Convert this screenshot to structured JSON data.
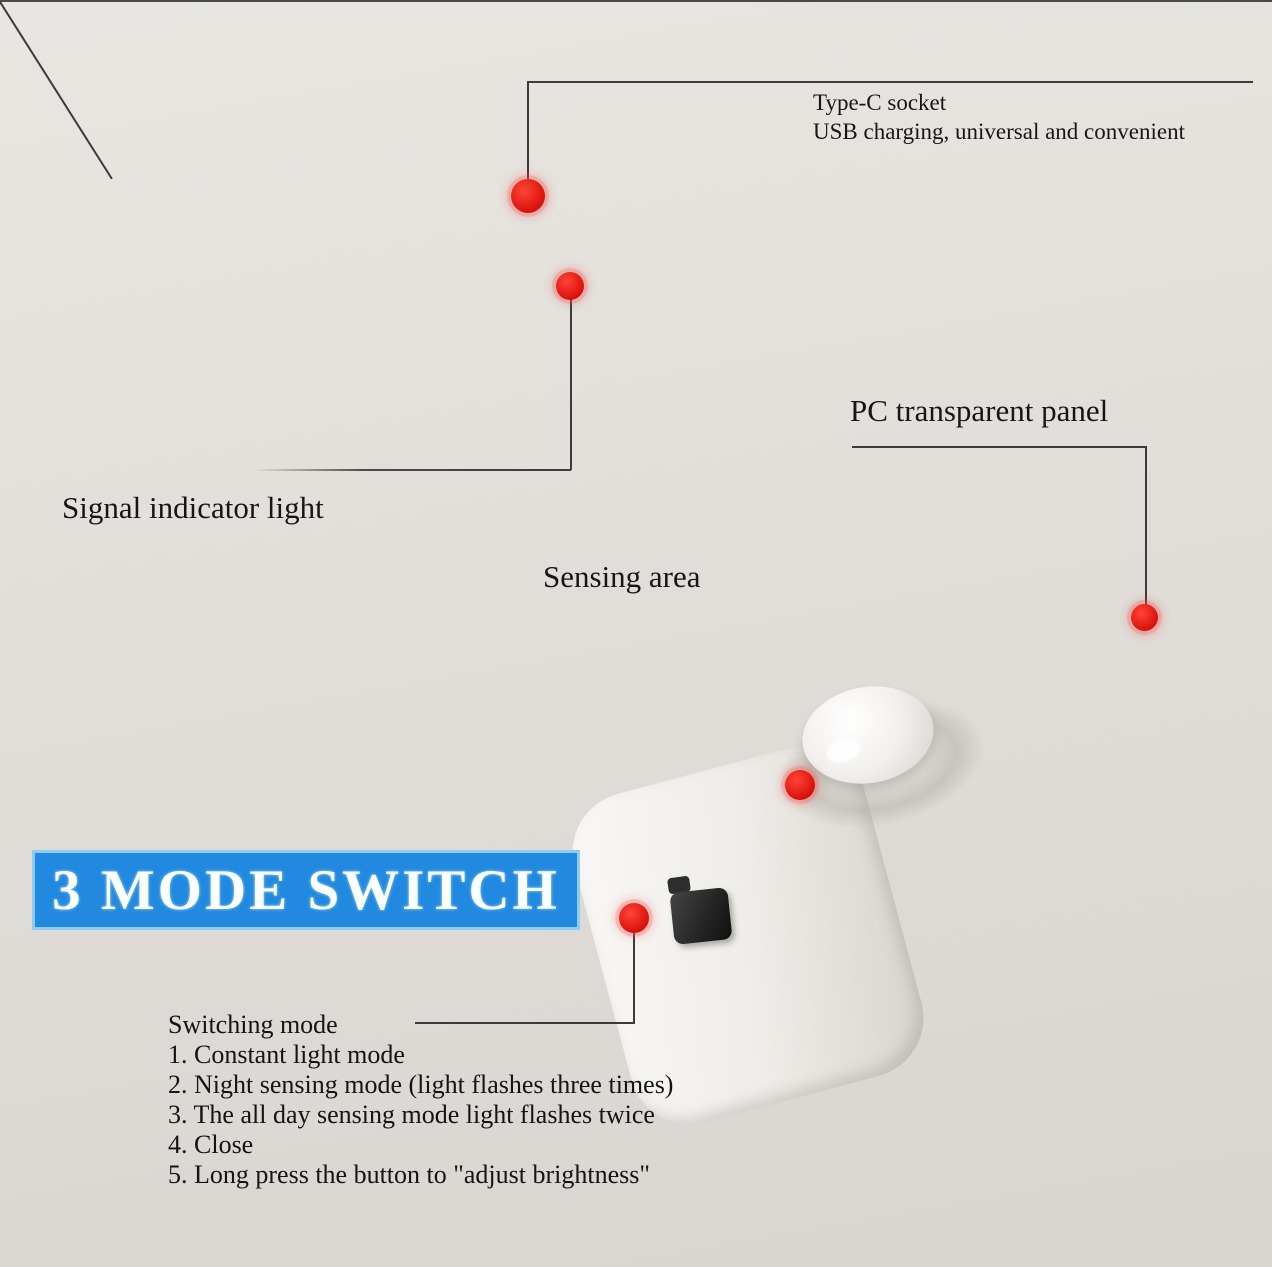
{
  "labels": {
    "type_c": {
      "title": "Type-C socket",
      "subtitle": "USB charging, universal and convenient"
    },
    "signal": "Signal indicator light",
    "panel": "PC transparent panel",
    "sensing": "Sensing area",
    "banner": "3 MODE SWITCH",
    "switching": {
      "heading": "Switching mode",
      "items": [
        "1. Constant light mode",
        "2. Night sensing mode (light flashes three times)",
        "3. The all day sensing mode light flashes twice",
        "4. Close",
        "5. Long press the button to \"adjust brightness\""
      ]
    }
  },
  "icons": {
    "callout_dots": "red-marker-dot",
    "type_c_port": "usb-c-port",
    "pir_dome": "motion-sensor-dome",
    "mode_button": "push-button"
  },
  "colors": {
    "background": "#efedea",
    "callout_line": "#3b3b3b",
    "marker_red": "#d90f09",
    "banner_bg": "#2189df",
    "banner_border": "#8ecdf3",
    "banner_text": "#fbfeff",
    "text": "#161616"
  }
}
